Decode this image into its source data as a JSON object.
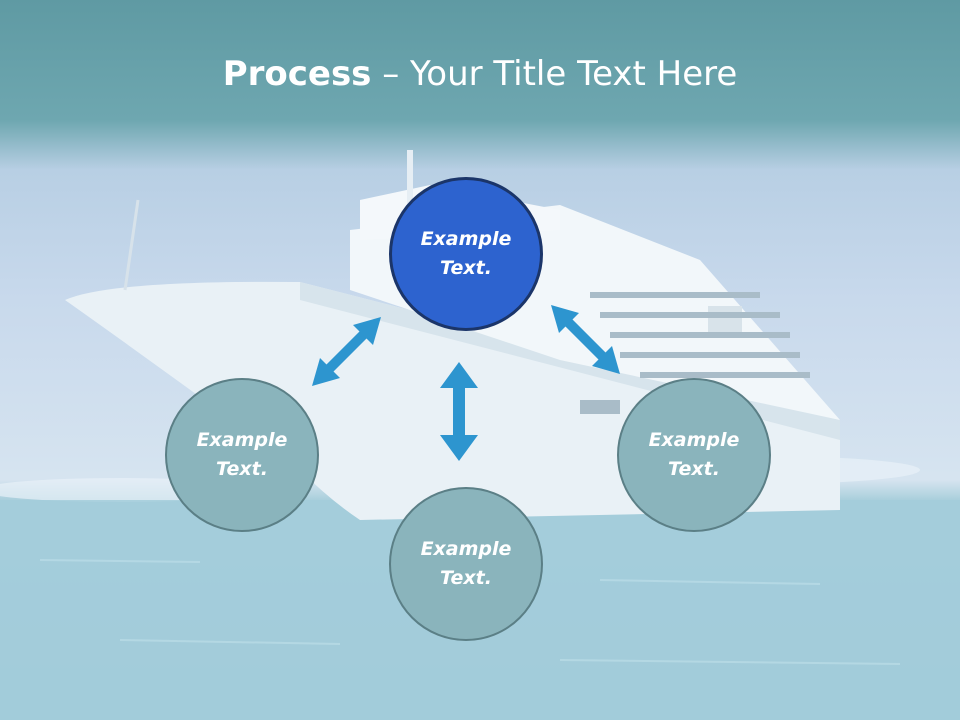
{
  "title": {
    "bold": "Process",
    "rest": " – Your Title Text Here"
  },
  "nodes": {
    "top": "Example Text.",
    "left": "Example Text.",
    "bottom": "Example Text.",
    "right": "Example Text."
  },
  "colors": {
    "center_node": "#2d63cf",
    "outer_node": "#8ab4bc",
    "arrow": "#2d95cf",
    "title_text": "#ffffff"
  }
}
